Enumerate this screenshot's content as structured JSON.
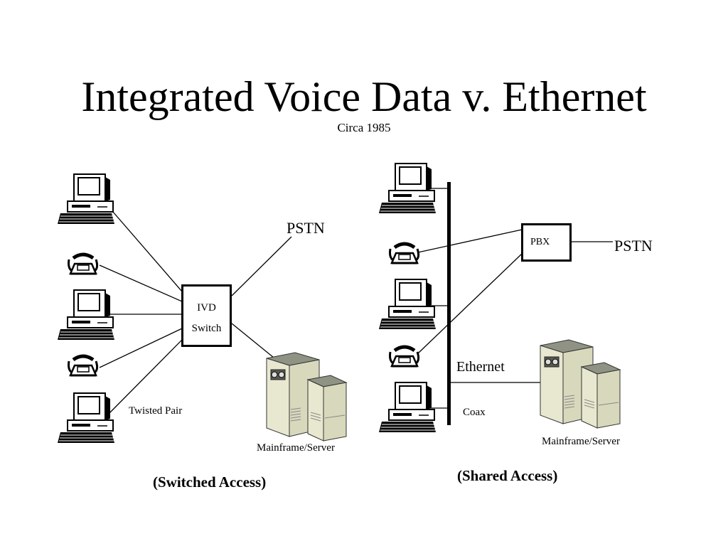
{
  "title": "Integrated Voice Data v. Ethernet",
  "subtitle": "Circa 1985",
  "switched": {
    "ivd_line1": "IVD",
    "ivd_line2": "Switch",
    "pstn": "PSTN",
    "twisted_pair": "Twisted Pair",
    "mainframe": "Mainframe/Server",
    "caption": "(Switched Access)"
  },
  "shared": {
    "pbx": "PBX",
    "pstn": "PSTN",
    "ethernet": "Ethernet",
    "coax": "Coax",
    "mainframe": "Mainframe/Server",
    "caption": "(Shared Access)"
  },
  "icons": [
    "computer-icon",
    "telephone-icon",
    "mainframe-icon"
  ]
}
